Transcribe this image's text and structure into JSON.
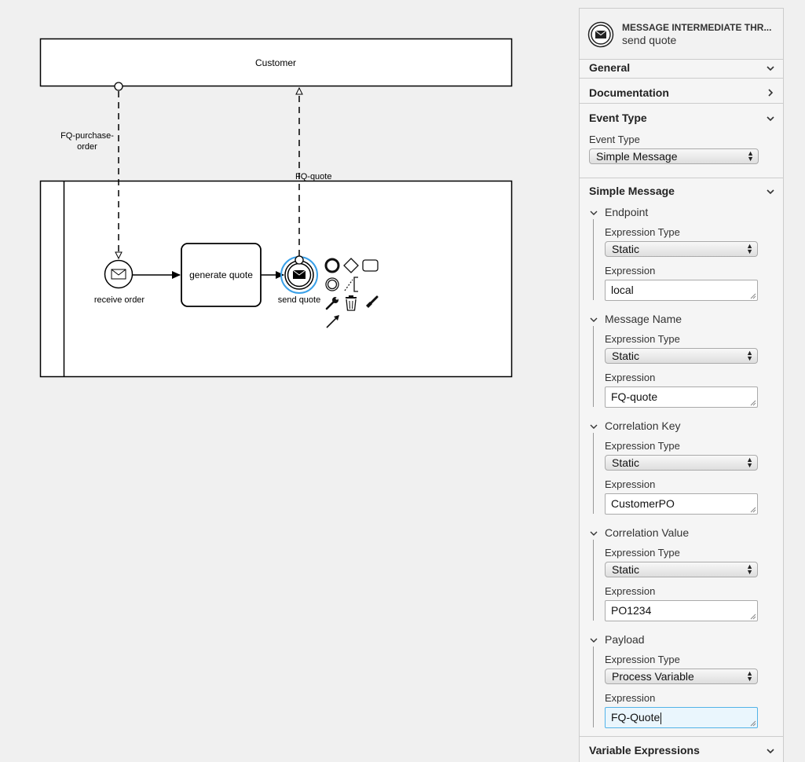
{
  "diagram": {
    "pool_name": "Customer",
    "flow_label_purchase_order_line1": "FQ-purchase-",
    "flow_label_purchase_order_line2": "order",
    "flow_label_quote": "FQ-quote",
    "task_label": "generate quote",
    "start_event_label": "receive order",
    "send_event_label": "send quote"
  },
  "panel": {
    "header": {
      "type": "MESSAGE INTERMEDIATE THR...",
      "name": "send quote",
      "icon": "envelope-throw-icon"
    },
    "groups": {
      "general": "General",
      "documentation": "Documentation",
      "event_type": "Event Type",
      "simple_message": "Simple Message",
      "variable_expressions": "Variable Expressions"
    },
    "event_type_label": "Event Type",
    "event_type_value": "Simple Message",
    "expression_type_label": "Expression Type",
    "expression_label": "Expression",
    "subsections": [
      {
        "title": "Endpoint",
        "type": "Static",
        "expression": "local"
      },
      {
        "title": "Message Name",
        "type": "Static",
        "expression": "FQ-quote"
      },
      {
        "title": "Correlation Key",
        "type": "Static",
        "expression": "CustomerPO"
      },
      {
        "title": "Correlation Value",
        "type": "Static",
        "expression": "PO1234"
      },
      {
        "title": "Payload",
        "type": "Process Variable",
        "expression": "FQ-Quote"
      }
    ]
  },
  "colors": {
    "selection": "#3aa0e8",
    "focus_border": "#52b3e8",
    "focus_bg": "#eaf6fd"
  }
}
